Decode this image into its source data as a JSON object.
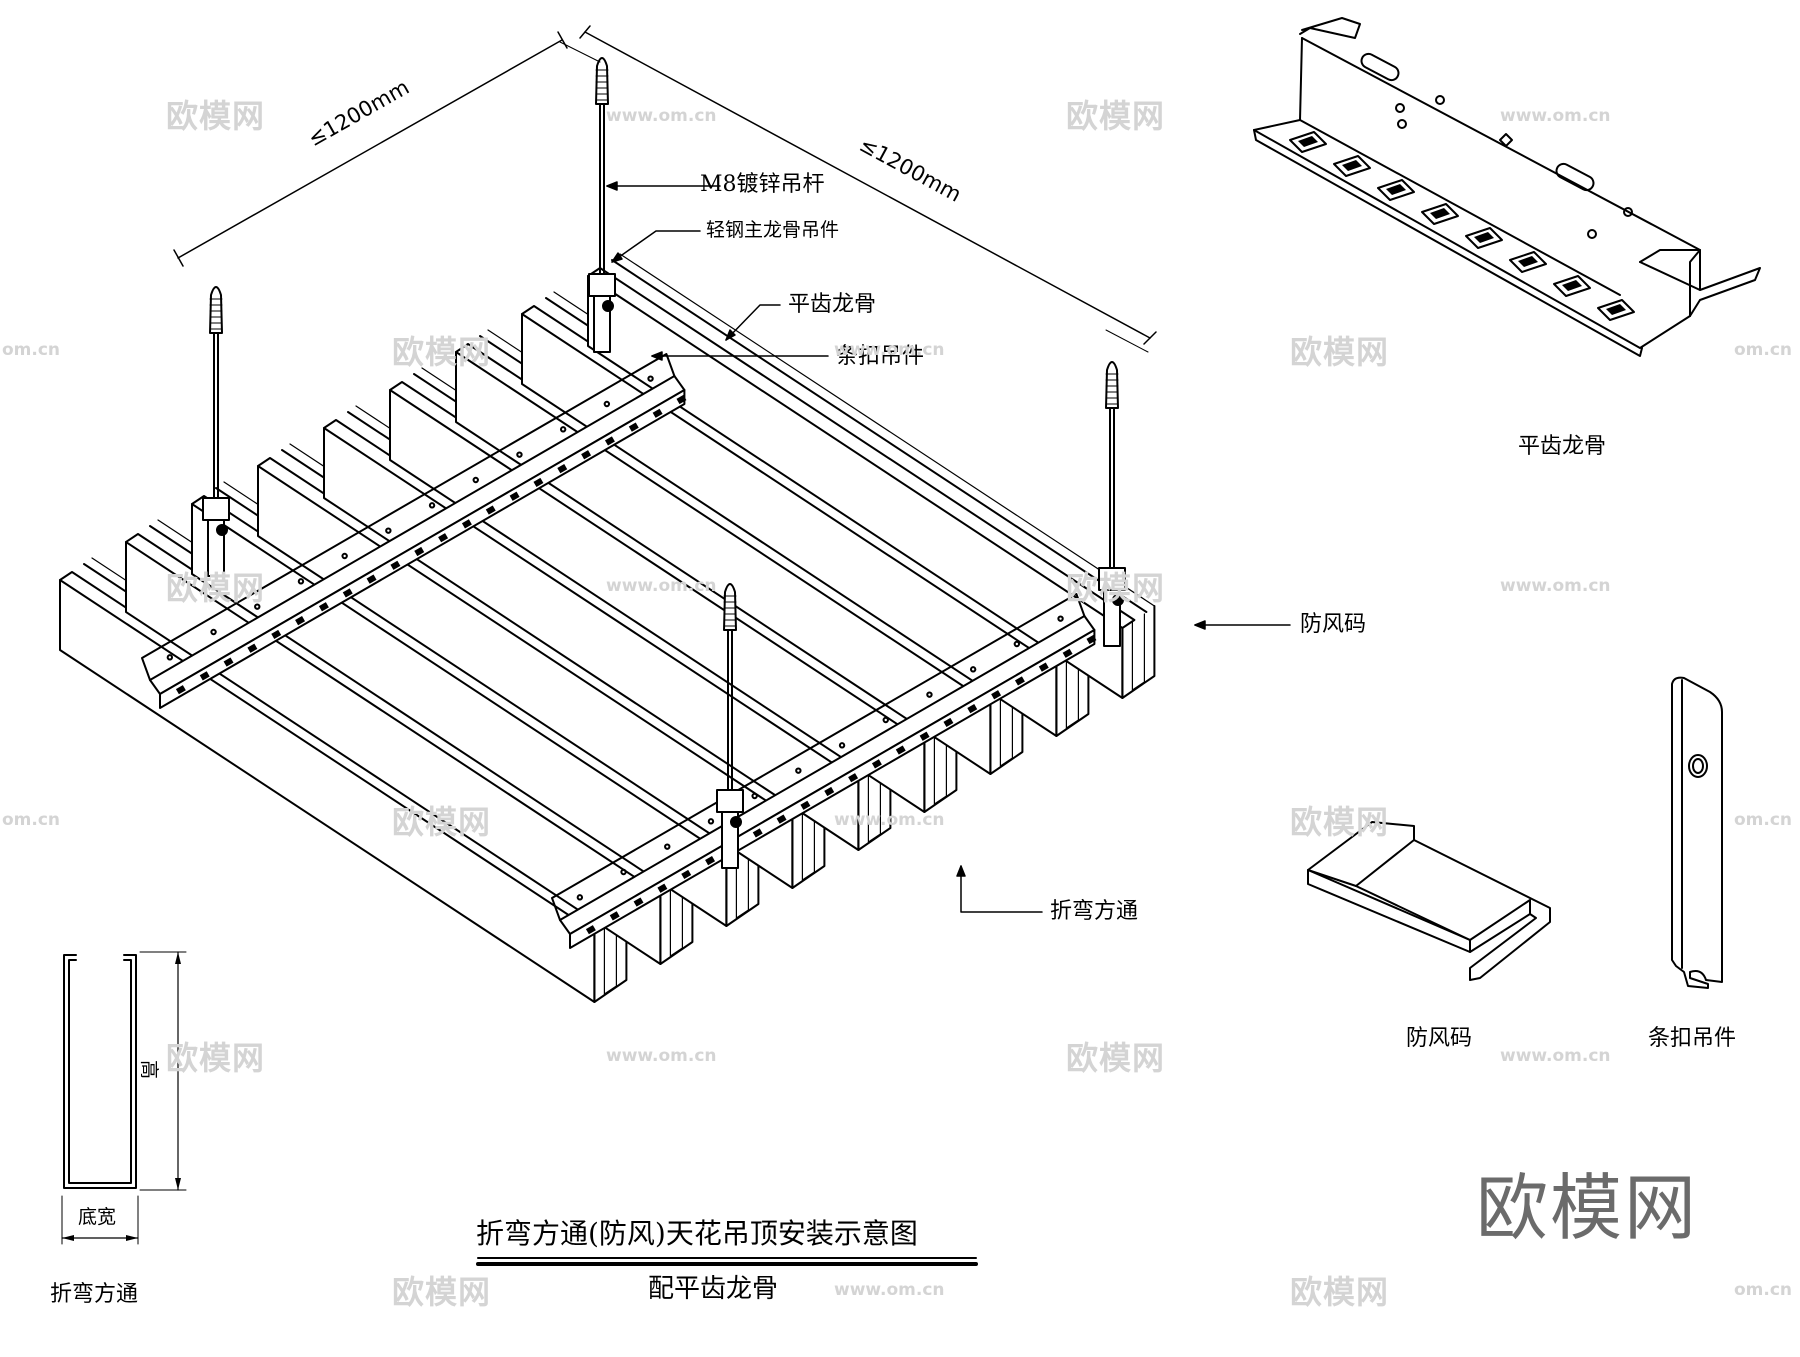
{
  "labels": {
    "rod": "M8镀锌吊杆",
    "main_hanger": "轻钢主龙骨吊件",
    "flat_keel": "平齿龙骨",
    "clip_hanger": "条扣吊件",
    "wind_clip": "防风码",
    "folded_tube": "折弯方通"
  },
  "dimensions": {
    "left": "≤1200mm",
    "right": "≤1200mm"
  },
  "detail_labels": {
    "flat_keel": "平齿龙骨",
    "wind_clip": "防风码",
    "clip_hanger": "条扣吊件"
  },
  "profile": {
    "height_label": "高",
    "width_label": "底宽",
    "name": "折弯方通"
  },
  "title": {
    "main": "折弯方通(防风)天花吊顶安装示意图",
    "sub": "配平齿龙骨"
  },
  "watermarks": {
    "brand": "欧模网",
    "url": "www.om.cn",
    "url_partial": "om.cn"
  }
}
